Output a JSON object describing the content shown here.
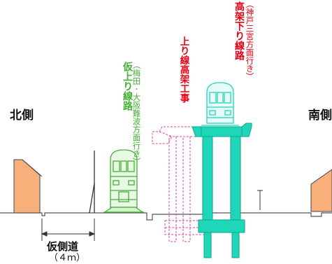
{
  "labels": {
    "north": "北側",
    "south": "南側",
    "temp_line_name": "仮上り線路",
    "temp_line_dest": "（梅田･大阪難波方面行き）",
    "viaduct_line_name": "高架下り線路",
    "viaduct_line_dest": "（神戸三宮方面行き）",
    "construction": "上り線高架工事",
    "temp_road": "仮側道",
    "temp_road_width": "（４ｍ）"
  },
  "colors": {
    "red": "#e60012",
    "green": "#44b035",
    "pink": "#e0449a",
    "teal": "#1fd6b8",
    "building": "#f7b07a",
    "ground": "#555555"
  }
}
